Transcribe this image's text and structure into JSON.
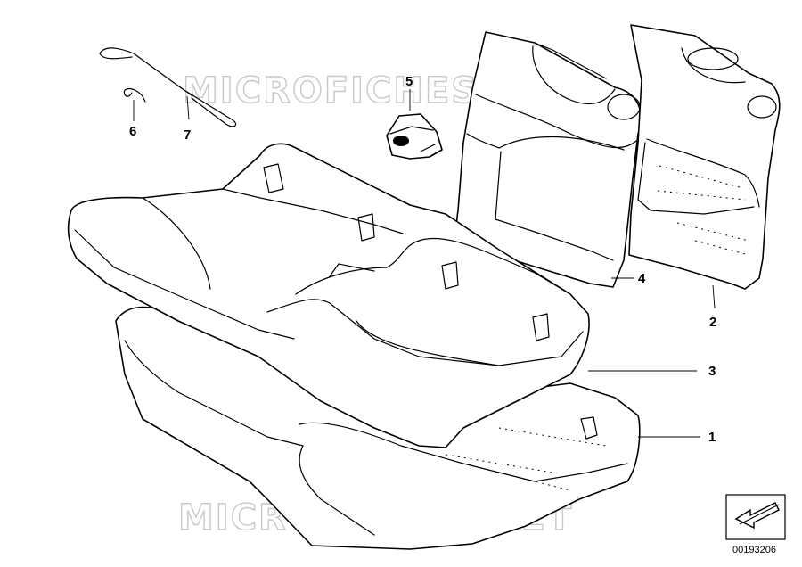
{
  "watermark": {
    "top": "MICROFICHES.NET",
    "bottom": "MICROFICHES.NET"
  },
  "callouts": {
    "c1": "1",
    "c2": "2",
    "c3": "3",
    "c4": "4",
    "c5": "5",
    "c6": "6",
    "c7": "7"
  },
  "diagram_code": "00193206"
}
